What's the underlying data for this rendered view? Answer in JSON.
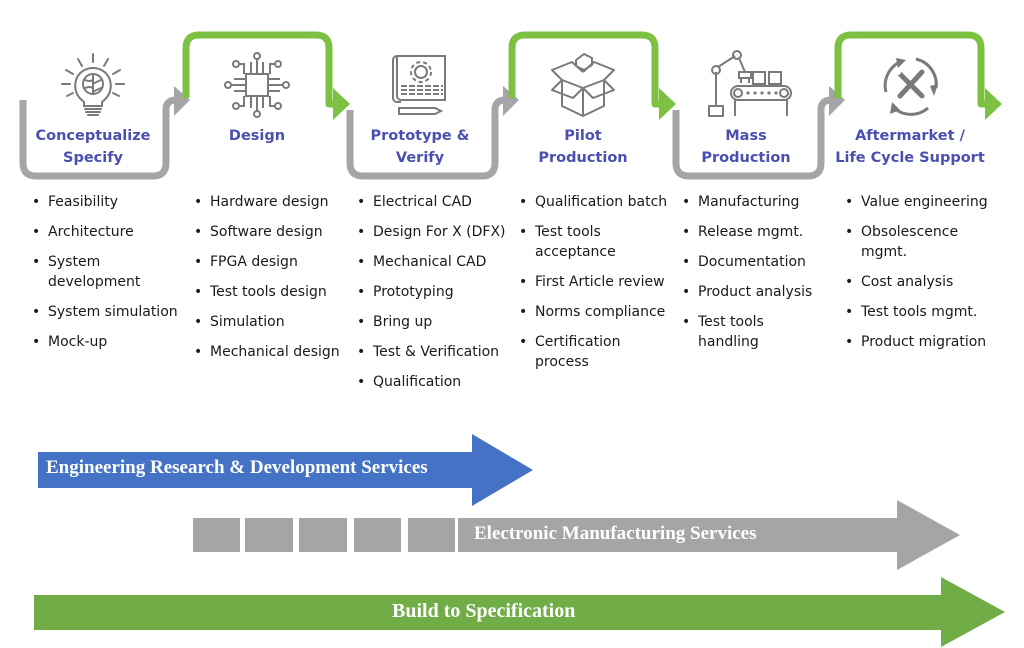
{
  "colors": {
    "title_text": "#4a4fb0",
    "gray_connector": "#a5a5a7",
    "green_connector": "#7cc142",
    "icon_stroke": "#7a7a7a",
    "erd_arrow": "#4472c4",
    "ems_arrow": "#a5a5a5",
    "bts_arrow": "#70ad47"
  },
  "stages": [
    {
      "title_line1": "Conceptualize",
      "title_line2": "Specify",
      "icon": "lightbulb-brain-icon",
      "items": [
        "Feasibility",
        "Architecture",
        "System development",
        "System simulation",
        "Mock-up"
      ]
    },
    {
      "title_line1": "Design",
      "title_line2": "",
      "icon": "circuit-chip-icon",
      "items": [
        "Hardware design",
        "Software design",
        "FPGA design",
        "Test tools design",
        "Simulation",
        "Mechanical design"
      ]
    },
    {
      "title_line1": "Prototype &",
      "title_line2": "Verify",
      "icon": "blueprint-gear-icon",
      "items": [
        "Electrical CAD",
        "Design For X (DFX)",
        "Mechanical CAD",
        "Prototyping",
        "Bring up",
        "Test & Verification",
        "Qualification"
      ]
    },
    {
      "title_line1": "Pilot",
      "title_line2": "Production",
      "icon": "open-box-icon",
      "items": [
        "Qualification batch",
        "Test tools acceptance",
        "First Article review",
        "Norms compliance",
        "Certification process"
      ]
    },
    {
      "title_line1": "Mass",
      "title_line2": "Production",
      "icon": "robot-conveyor-icon",
      "items": [
        "Manufacturing",
        "Release mgmt.",
        "Documentation",
        "Product analysis",
        "Test tools handling"
      ]
    },
    {
      "title_line1": "Aftermarket /",
      "title_line2": "Life Cycle Support",
      "icon": "tools-cycle-icon",
      "items": [
        "Value engineering",
        "Obsolescence mgmt.",
        "Cost analysis",
        "Test tools mgmt.",
        "Product migration"
      ]
    }
  ],
  "bands": {
    "erd": "Engineering Research & Development Services",
    "ems": "Electronic Manufacturing Services",
    "bts": "Build to Specification"
  }
}
